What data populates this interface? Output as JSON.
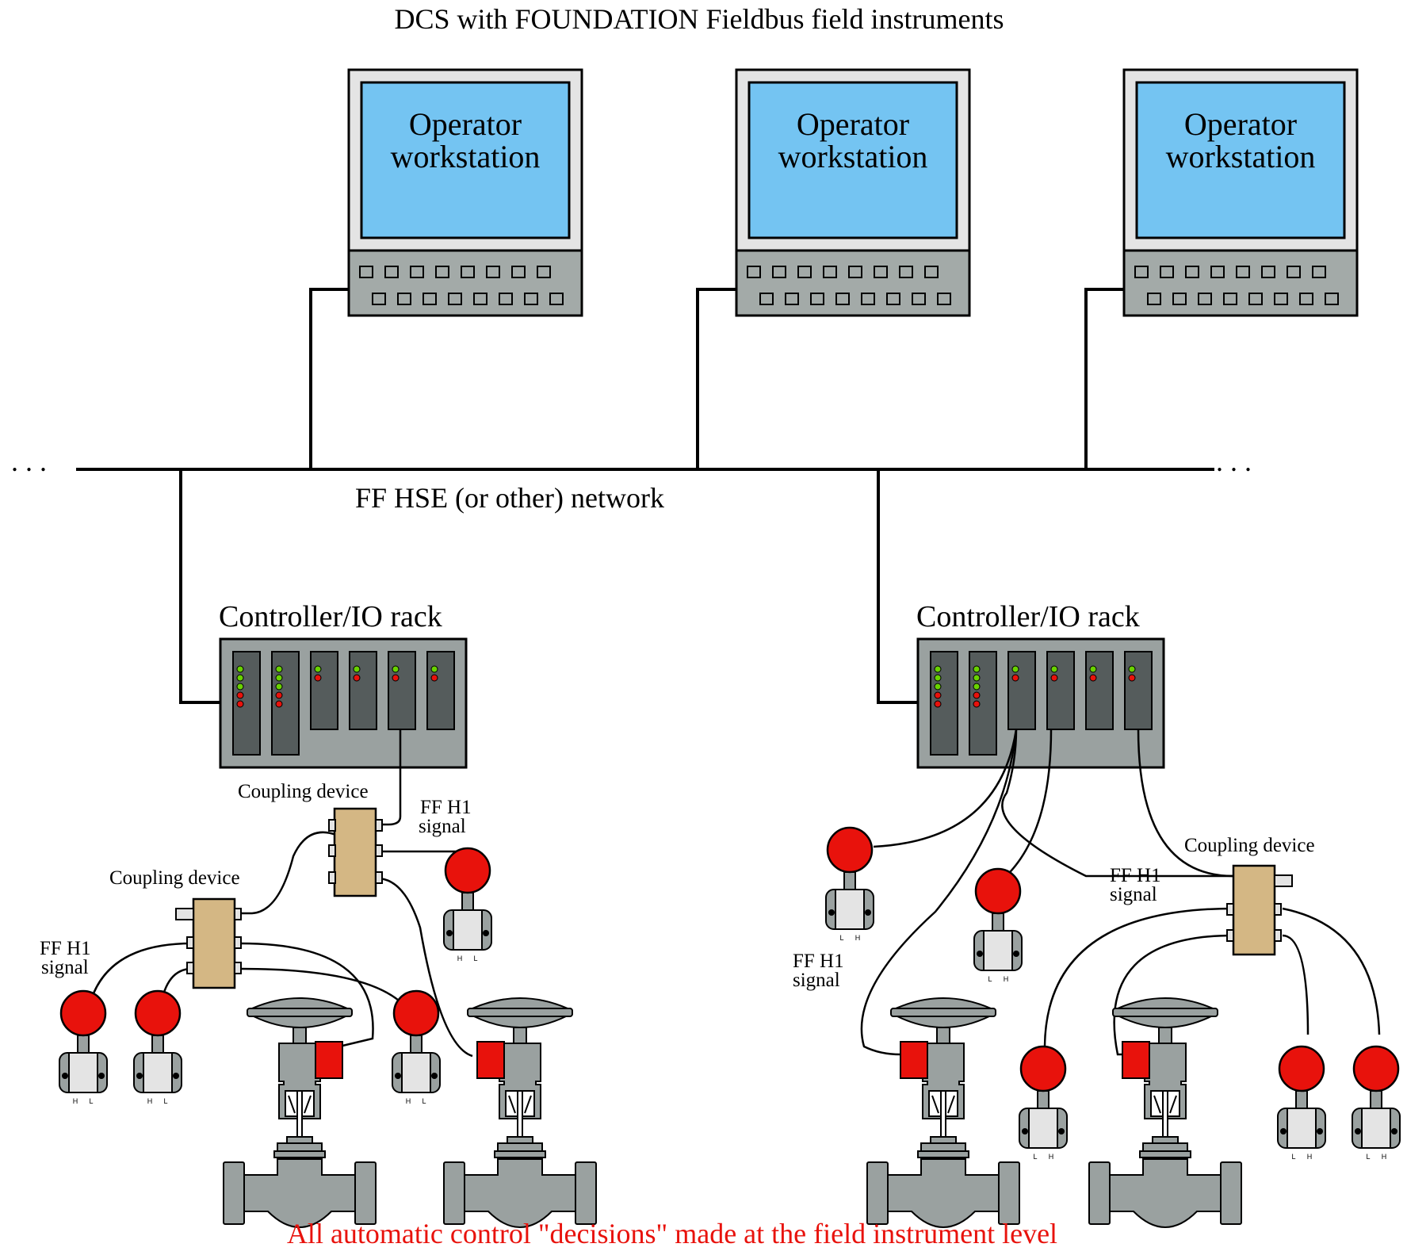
{
  "title": "DCS with FOUNDATION Fieldbus field instruments",
  "workstations": [
    {
      "line1": "Operator",
      "line2": "workstation"
    },
    {
      "line1": "Operator",
      "line2": "workstation"
    },
    {
      "line1": "Operator",
      "line2": "workstation"
    }
  ],
  "network": {
    "label": "FF HSE (or other) network",
    "ellipsis_left": ". . .",
    "ellipsis_right": ". . ."
  },
  "racks": [
    {
      "label": "Controller/IO rack"
    },
    {
      "label": "Controller/IO rack"
    }
  ],
  "labels": {
    "coupling_device": "Coupling device",
    "ff_h1_line1": "FF H1",
    "ff_h1_line2": "signal",
    "transmitter_h": "H",
    "transmitter_l": "L"
  },
  "footer": "All automatic control \"decisions\" made at the field instrument level",
  "colors": {
    "screen": "#74c4f2",
    "case": "#e4e4e4",
    "keyboard": "#a3aaa8",
    "rack": "#9aa1a0",
    "card": "#555c5c",
    "led_green": "#69d200",
    "led_red": "#e8120c",
    "coupler": "#d4b784",
    "instrument_red": "#e8120c",
    "valve_body": "#9aa1a0",
    "footer_text": "#e8120c"
  }
}
